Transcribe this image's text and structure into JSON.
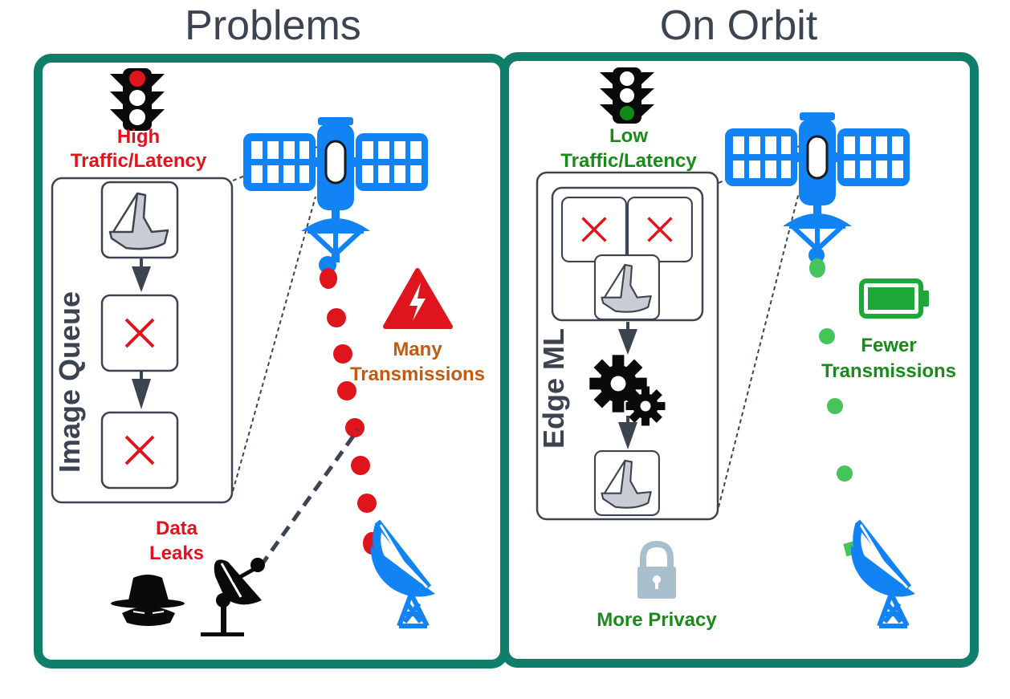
{
  "titles": {
    "left": "Problems",
    "right": "On Orbit"
  },
  "left": {
    "traffic_label_1": "High",
    "traffic_label_2": "Traffic/Latency",
    "queue_label": "Image Queue",
    "transmissions_1": "Many",
    "transmissions_2": "Transmissions",
    "leaks_1": "Data",
    "leaks_2": "Leaks"
  },
  "right": {
    "traffic_label_1": "Low",
    "traffic_label_2": "Traffic/Latency",
    "edge_label": "Edge ML",
    "transmissions_1": "Fewer",
    "transmissions_2": "Transmissions",
    "privacy": "More Privacy"
  },
  "colors": {
    "frame": "#0f7f6c",
    "satellite": "#1183f5",
    "alert": "#e0141c",
    "good": "#1a8a1a",
    "dot_green": "#45c45a",
    "lock": "#a9bfcc"
  }
}
